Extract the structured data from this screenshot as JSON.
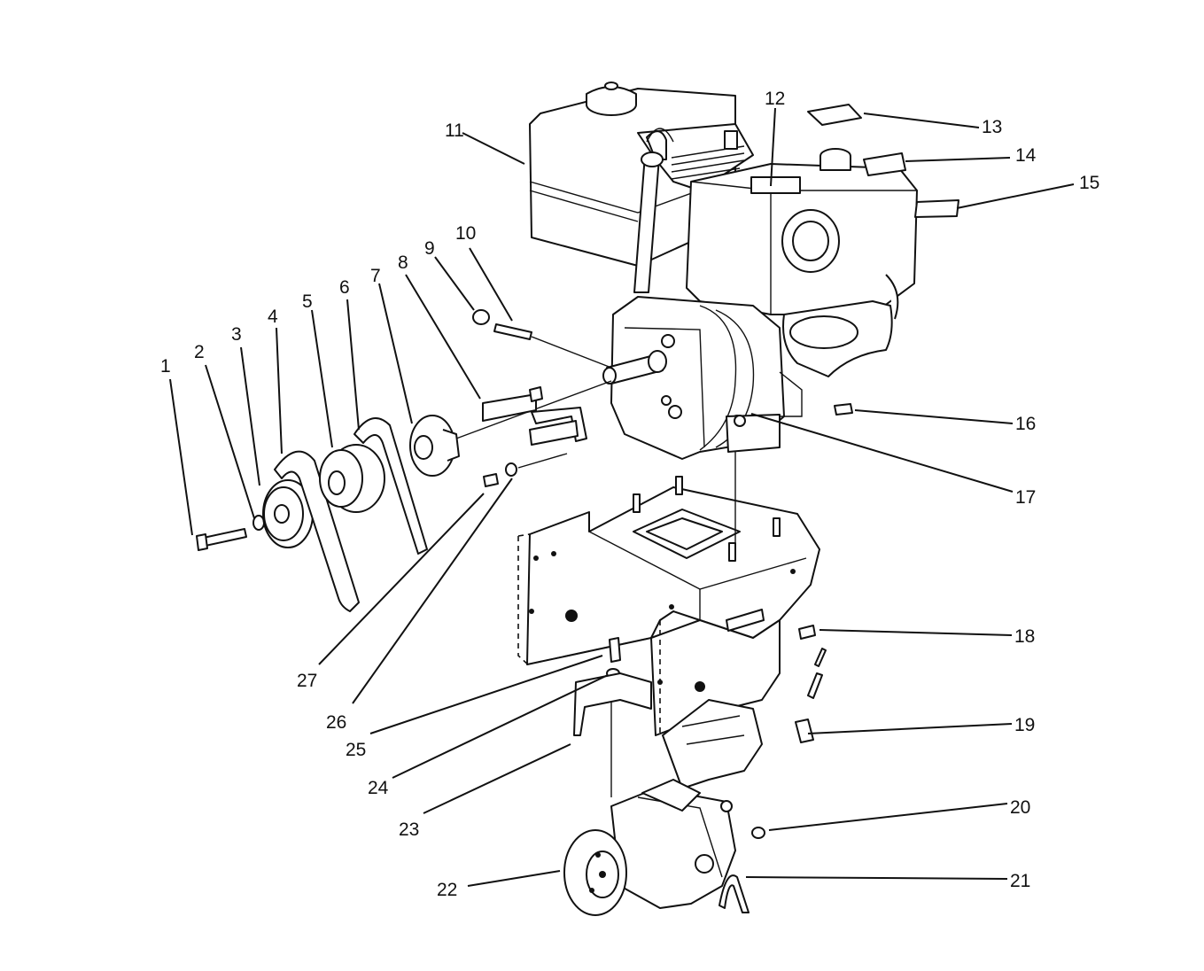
{
  "callouts": [
    {
      "number": "1",
      "part": "bolt"
    },
    {
      "number": "2",
      "part": "lock-washer"
    },
    {
      "number": "3",
      "part": "washer"
    },
    {
      "number": "4",
      "part": "v-belt"
    },
    {
      "number": "5",
      "part": "pulley"
    },
    {
      "number": "6",
      "part": "v-belt"
    },
    {
      "number": "7",
      "part": "pulley"
    },
    {
      "number": "8",
      "part": "belt-guide"
    },
    {
      "number": "9",
      "part": "nut"
    },
    {
      "number": "10",
      "part": "stud"
    },
    {
      "number": "11",
      "part": "fuel-tank"
    },
    {
      "number": "12",
      "part": "engine-decal"
    },
    {
      "number": "13",
      "part": "decal"
    },
    {
      "number": "14",
      "part": "decal"
    },
    {
      "number": "15",
      "part": "decal"
    },
    {
      "number": "16",
      "part": "bolt"
    },
    {
      "number": "17",
      "part": "engine"
    },
    {
      "number": "18",
      "part": "bolt"
    },
    {
      "number": "19",
      "part": "clip"
    },
    {
      "number": "20",
      "part": "nut"
    },
    {
      "number": "21",
      "part": "hairpin"
    },
    {
      "number": "22",
      "part": "gearbox-pulley"
    },
    {
      "number": "23",
      "part": "bracket"
    },
    {
      "number": "24",
      "part": "washer"
    },
    {
      "number": "25",
      "part": "bolt"
    },
    {
      "number": "26",
      "part": "washer"
    },
    {
      "number": "27",
      "part": "bolt"
    }
  ],
  "colors": {
    "line": "#111111",
    "background": "#ffffff"
  }
}
